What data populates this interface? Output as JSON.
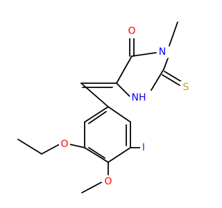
{
  "molecule": {
    "atoms": {
      "O_carbonyl": {
        "text": "O",
        "color": "#ff0000"
      },
      "N_methyl": {
        "text": "N",
        "color": "#0000ff"
      },
      "S_thione": {
        "text": "S",
        "color": "#c8a400"
      },
      "NH": {
        "text": "NH",
        "color": "#0000ff"
      },
      "I": {
        "text": "I",
        "color": "#9400d3"
      },
      "O_ethoxy": {
        "text": "O",
        "color": "#ff0000"
      },
      "O_methoxy": {
        "text": "O",
        "color": "#ff0000"
      }
    }
  }
}
